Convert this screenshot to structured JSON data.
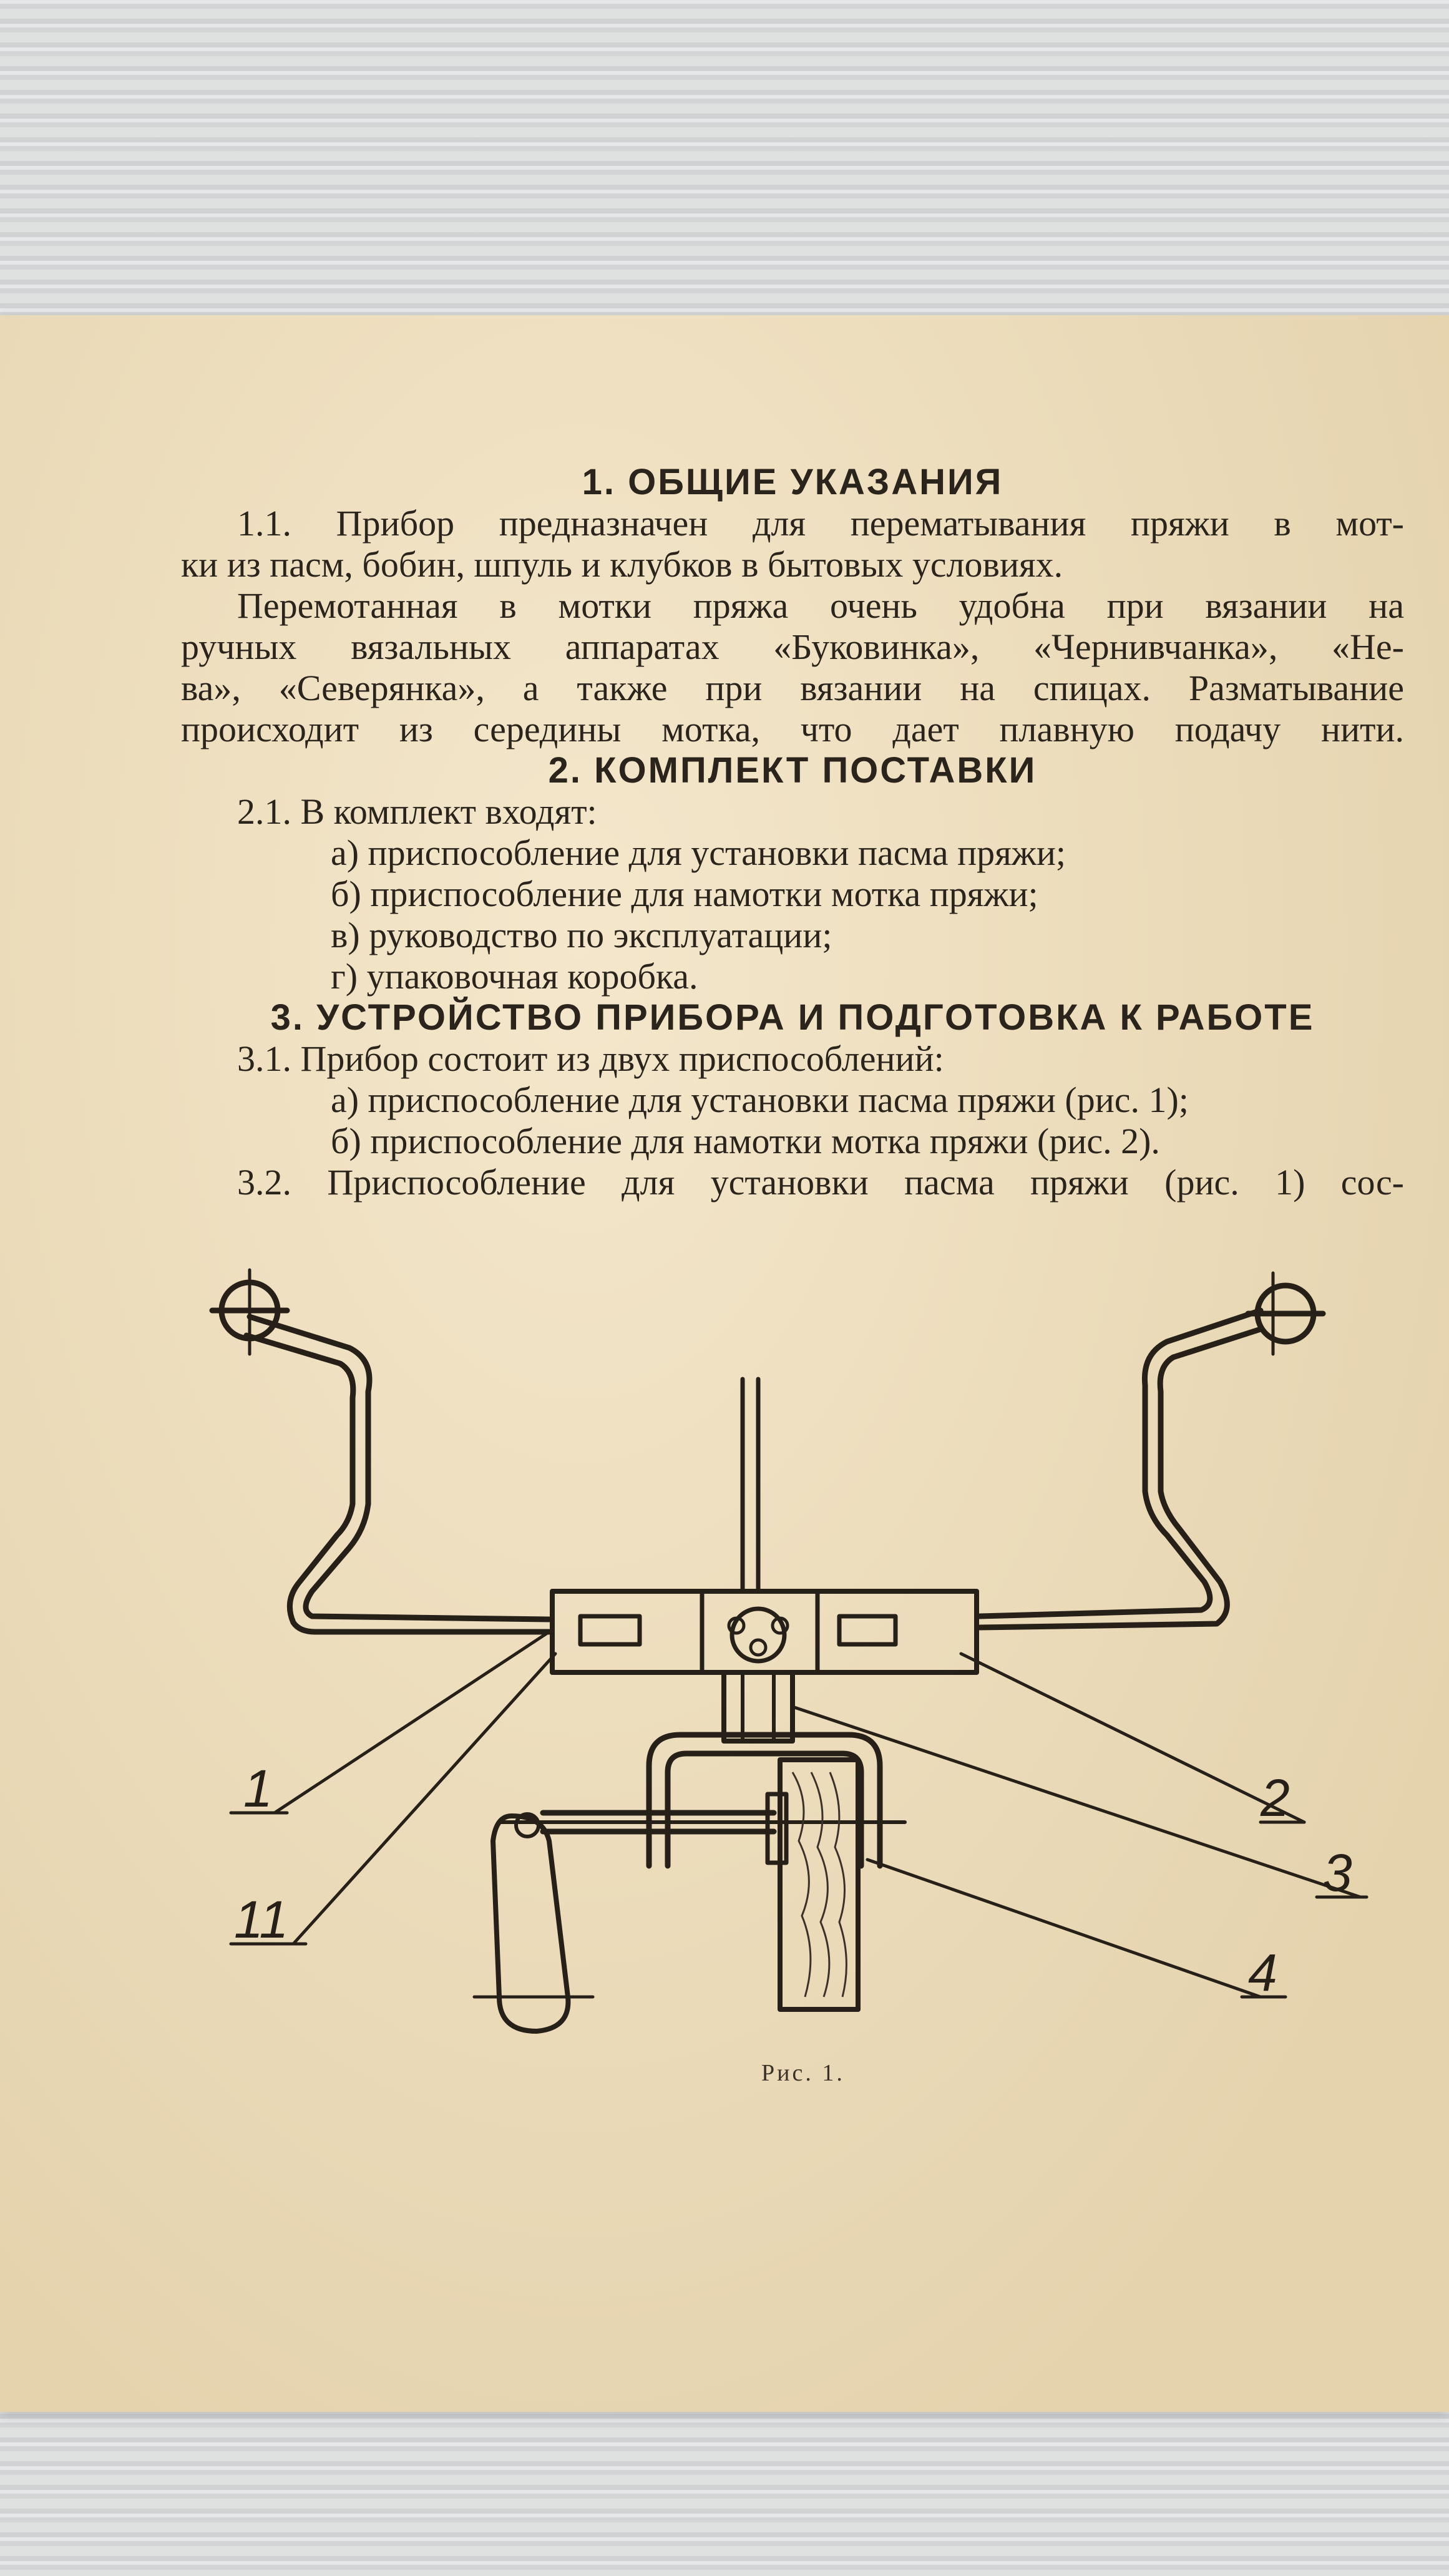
{
  "sections": [
    {
      "heading": "1. ОБЩИЕ УКАЗАНИЯ",
      "lines": [
        "1.1. Прибор предназначен для перематывания пряжи в мот-",
        "ки из пасм, бобин, шпуль и клубков в бытовых условиях.",
        "Перемотанная в мотки пряжа очень удобна при вязании на",
        "ручных вязальных аппаратах «Буковинка», «Чернивчанка», «Не-",
        "ва», «Северянка», а также при вязании на спицах. Разматывание",
        "происходит из середины мотка, что дает плавную подачу нити."
      ]
    },
    {
      "heading": "2. КОМПЛЕКТ ПОСТАВКИ",
      "lines": [
        "2.1. В комплект входят:",
        "а) приспособление для установки пасма пряжи;",
        "б) приспособление для намотки мотка пряжи;",
        "в) руководство по эксплуатации;",
        "г) упаковочная коробка."
      ]
    },
    {
      "heading": "3. УСТРОЙСТВО ПРИБОРА И ПОДГОТОВКА К РАБОТЕ",
      "lines": [
        "3.1. Прибор состоит из двух приспособлений:",
        "а) приспособление для установки пасма пряжи (рис. 1);",
        "б) приспособление для намотки мотка пряжи (рис. 2).",
        "3.2. Приспособление для установки пасма пряжи (рис. 1) сос-"
      ]
    }
  ],
  "figure": {
    "labels": [
      "1",
      "11",
      "2",
      "3",
      "4"
    ],
    "caption": "Рис. 1."
  }
}
